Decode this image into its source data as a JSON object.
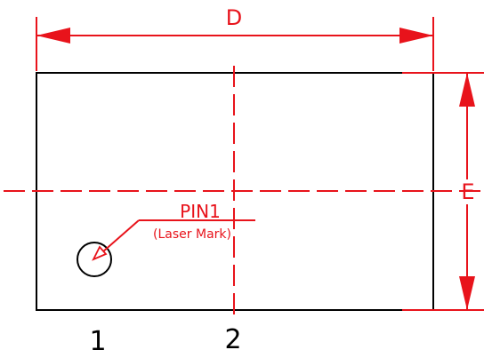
{
  "dimensions": {
    "width_label": "D",
    "height_label": "E"
  },
  "pin_marker": {
    "title": "PIN1",
    "note": "(Laser Mark)"
  },
  "pin_numbers": {
    "first": "1",
    "second": "2"
  },
  "colors": {
    "dimension": "#e8131b",
    "outline": "#000000",
    "background": "#ffffff"
  }
}
